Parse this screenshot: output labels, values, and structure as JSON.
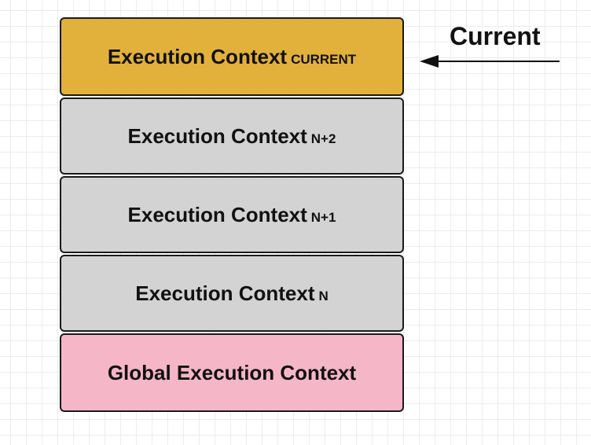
{
  "pointer": {
    "label": "Current"
  },
  "stack": [
    {
      "label": "Execution Context",
      "subscript": "CURRENT",
      "color": "#e2b13c"
    },
    {
      "label": "Execution Context",
      "subscript": "N+2",
      "color": "#d3d3d3"
    },
    {
      "label": "Execution Context",
      "subscript": "N+1",
      "color": "#d3d3d3"
    },
    {
      "label": "Execution Context",
      "subscript": "N",
      "color": "#d3d3d3"
    },
    {
      "label": "Global Execution Context",
      "subscript": "",
      "color": "#f5b6c8"
    }
  ]
}
